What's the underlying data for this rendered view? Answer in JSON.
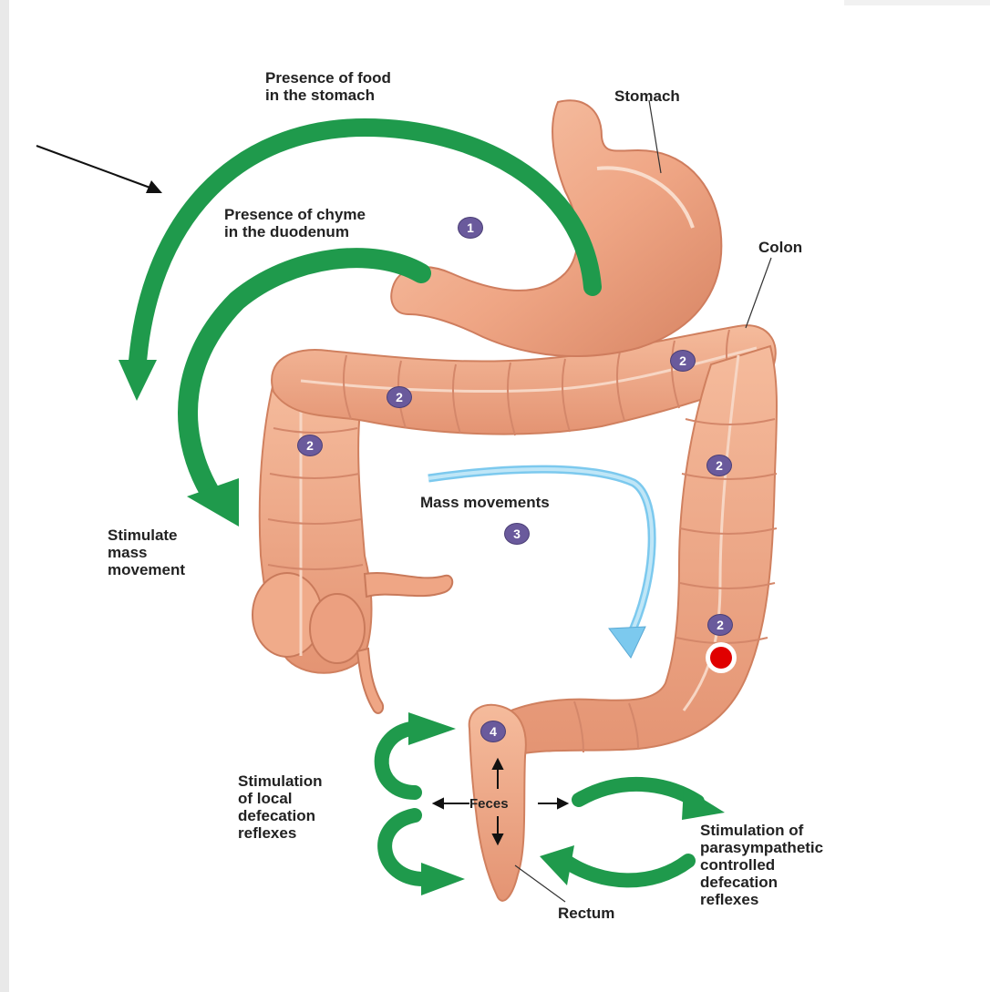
{
  "labels": {
    "food_stomach": "Presence of food\nin the stomach",
    "chyme_duodenum": "Presence of chyme\nin the duodenum",
    "stomach": "Stomach",
    "colon": "Colon",
    "stimulate_mass": "Stimulate\nmass\nmovement",
    "mass_movements": "Mass movements",
    "stim_local": "Stimulation\nof local\ndefecation\nreflexes",
    "feces": "Feces",
    "rectum": "Rectum",
    "stim_para": "Stimulation of\nparasympathetic\ncontrolled\ndefecation\nreflexes"
  },
  "steps": {
    "s1": "1",
    "s2a": "2",
    "s2b": "2",
    "s2c": "2",
    "s2d": "2",
    "s2e": "2",
    "s3": "3",
    "s4": "4"
  },
  "colors": {
    "organ_fill": "#efa685",
    "organ_dark": "#cf7d5e",
    "organ_light": "#f7c7ad",
    "feedback_arrow": "#1f9a4c",
    "mass_arrow": "#7cc9ee",
    "marker": "#e00000",
    "badge": "#6a5a9c"
  }
}
